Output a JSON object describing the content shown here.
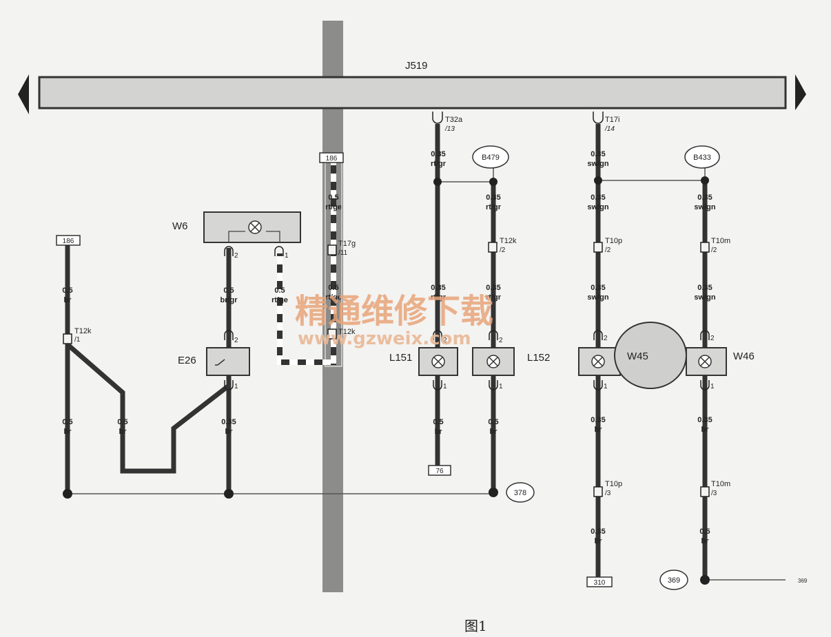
{
  "bus": {
    "label": "J519"
  },
  "connectors": {
    "t32a": {
      "name": "T32a",
      "pin": "/13"
    },
    "t17i": {
      "name": "T17i",
      "pin": "/14"
    },
    "t17g": {
      "name": "T17g",
      "pin": "/11"
    },
    "t12k_left": {
      "name": "T12k",
      "pin": "/1"
    },
    "t12k_mid": {
      "name": "T12k",
      "pin": ""
    },
    "t12k_l152": {
      "name": "T12k",
      "pin": "/2"
    },
    "t10p_top": {
      "name": "T10p",
      "pin": "/2"
    },
    "t10m_top": {
      "name": "T10m",
      "pin": "/2"
    },
    "t10p_bot": {
      "name": "T10p",
      "pin": "/3"
    },
    "t10m_bot": {
      "name": "T10m",
      "pin": "/3"
    }
  },
  "components": {
    "w6": "W6",
    "e26": "E26",
    "l151": "L151",
    "l152": "L152",
    "w45": "W45",
    "w46": "W46"
  },
  "refs": {
    "r186_left": "186",
    "r186_mid": "186",
    "r76": "76",
    "r378": "378",
    "r310": "310",
    "r369": "369",
    "r369_small": "369",
    "b479": "B479",
    "b433": "B433"
  },
  "wires": {
    "t32a_wire": [
      "0.35",
      "rt/gr"
    ],
    "l151_top": [
      "0.35",
      "rt/gr"
    ],
    "l152_b": [
      "0.35",
      "rt/gr"
    ],
    "l152_top": [
      "0.35",
      "rt/gr"
    ],
    "t17i_wire": [
      "0.35",
      "sw/gn"
    ],
    "w45_b": [
      "0.35",
      "sw/gn"
    ],
    "w46_b": [
      "0.35",
      "sw/gn"
    ],
    "w45_top": [
      "0.35",
      "sw/gn"
    ],
    "w46_top": [
      "0.35",
      "sw/gn"
    ],
    "mid_upper": [
      "0.5",
      "rt/ge"
    ],
    "mid_lower": [
      "0.5",
      "rt/ge"
    ],
    "left_top": [
      "0.5",
      "br"
    ],
    "w6_pin2": [
      "0.5",
      "br/gr"
    ],
    "w6_pin1": [
      "0.5",
      "rt/ge"
    ],
    "left_low": [
      "0.5",
      "br"
    ],
    "v_low": [
      "0.5",
      "br"
    ],
    "e26_low": [
      "0.35",
      "br"
    ],
    "l151_low": [
      "0.5",
      "br"
    ],
    "l152_low": [
      "0.5",
      "br"
    ],
    "w45_low1": [
      "0.35",
      "br"
    ],
    "w46_low1": [
      "0.35",
      "br"
    ],
    "w45_low2": [
      "0.35",
      "br"
    ],
    "w46_low2": [
      "0.5",
      "br"
    ]
  },
  "pins": {
    "p1": "1",
    "p2": "2"
  },
  "watermark": {
    "line1": "精通维修下载",
    "line2": "www.gzweix.com"
  },
  "caption": "图1"
}
